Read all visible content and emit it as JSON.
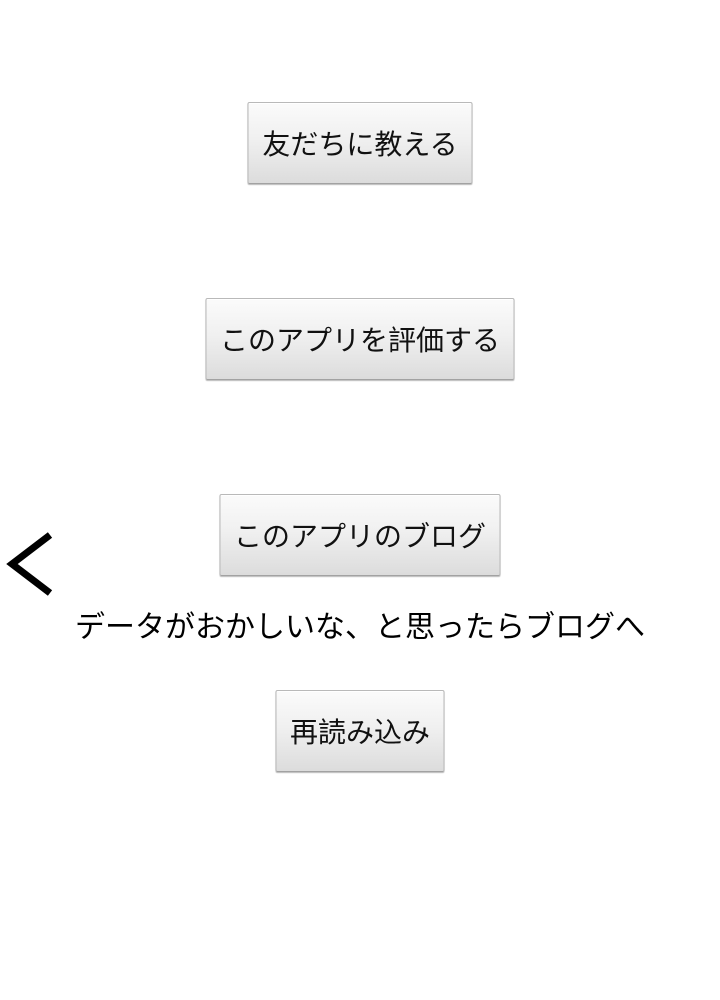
{
  "buttons": {
    "share_label": "友だちに教える",
    "rate_label": "このアプリを評価する",
    "blog_label": "このアプリのブログ",
    "reload_label": "再読み込み"
  },
  "note": {
    "text": "データがおかしいな、と思ったらブログへ"
  },
  "icons": {
    "back": "chevron-left-icon"
  },
  "colors": {
    "background": "#ffffff",
    "button_top": "#fbfbfb",
    "button_bottom": "#dcdcdc",
    "button_border": "#b9b9b9",
    "text": "#000000"
  }
}
